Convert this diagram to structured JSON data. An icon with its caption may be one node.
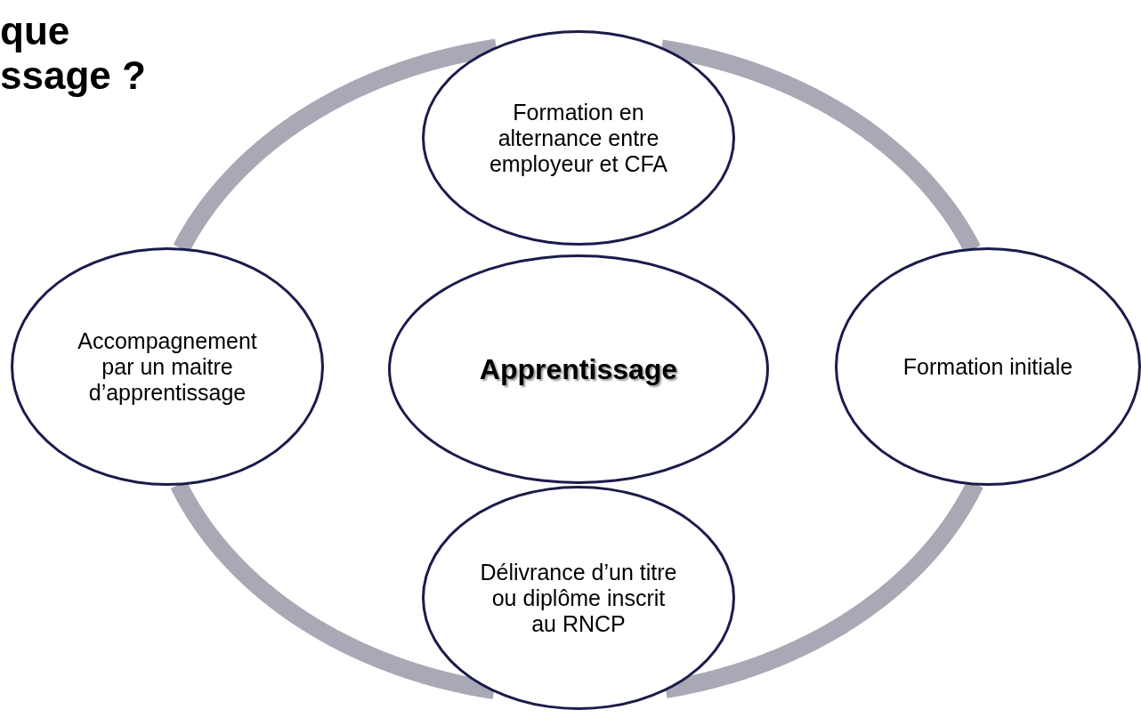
{
  "diagram": {
    "title": "que ssage ?",
    "nodes": [
      {
        "text": [
          "Formation en alternance entre employeur et CFA"
        ]
      },
      {
        "text": [
          "Accompagnement par un maitre d’apprentissage"
        ]
      },
      {
        "text": [
          "Apprentissage"
        ]
      },
      {
        "text": [
          "Formation initiale"
        ]
      },
      {
        "text": [
          "Délivrance d’un titre ou diplôme inscrit au RNCP"
        ]
      }
    ],
    "edges": [
      {
        "from": 0,
        "to": 3,
        "arrow": "none"
      },
      {
        "from": 3,
        "to": 4,
        "arrow": "none"
      },
      {
        "from": 4,
        "to": 1,
        "arrow": "none"
      },
      {
        "from": 1,
        "to": 0,
        "arrow": "none"
      }
    ]
  }
}
